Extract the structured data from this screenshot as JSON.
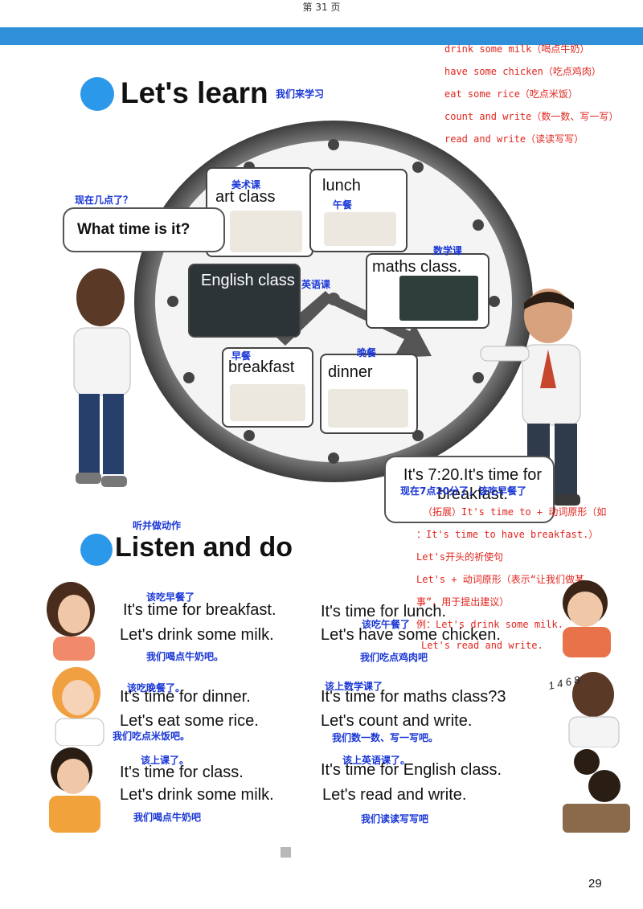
{
  "page_label": "第 31 页",
  "page_number": "29",
  "top_note": {
    "lines": [
      "drink some milk（喝点牛奶）",
      "have some chicken（吃点鸡肉）",
      "eat some rice（吃点米饭）",
      "count and write（数一数、写一写）",
      "read and write（读读写写）"
    ]
  },
  "lets_learn": {
    "title": "Let's learn",
    "cn": "我们来学习",
    "question": "What time is it?",
    "question_cn": "现在几点了？",
    "panels": {
      "art": {
        "label": "art class",
        "cn": "美术课"
      },
      "lunch": {
        "label": "lunch",
        "cn": "午餐"
      },
      "english": {
        "label": "English class",
        "cn": "英语课"
      },
      "maths": {
        "label": "maths class.",
        "cn": "数学课"
      },
      "breakfast": {
        "label": "breakfast",
        "cn": "早餐"
      },
      "dinner": {
        "label": "dinner",
        "cn": "晚餐"
      }
    },
    "answer": "It's 7:20.It's time for breakfast.",
    "answer_cn": "现在7点20分了，该吃早餐了"
  },
  "grammar_note": {
    "lines": [
      "（拓展）It's time to + 动词原形（如",
      "：It's time to have breakfast.）",
      "Let's开头的祈使句",
      "Let's + 动词原形（表示“让我们做某",
      "事”，用于提出建议）",
      "例：Let's drink some milk.",
      "Let's read and write."
    ]
  },
  "listen_and_do": {
    "title": "Listen and do",
    "cn": "听并做动作",
    "items": [
      {
        "line1": "It's time for breakfast.",
        "line1_cn": "该吃早餐了",
        "line2": "Let's drink some milk.",
        "line2_cn": "我们喝点牛奶吧。"
      },
      {
        "line1": "It's time for lunch.",
        "line1_cn": "该吃午餐了",
        "line2": "Let's have some chicken.",
        "line2_cn": "我们吃点鸡肉吧"
      },
      {
        "line1": "It's time for dinner.",
        "line1_cn": "该吃晚餐了。",
        "line2": "Let's eat some rice.",
        "line2_cn": "我们吃点米饭吧。"
      },
      {
        "line1": "It's time for maths class?3",
        "line1_cn": "该上数学课了",
        "line2": "Let's count and write.",
        "line2_cn": "我们数一数、写一写吧。"
      },
      {
        "line1": "It's time for class.",
        "line1_cn": "该上课了。",
        "line2": "Let's drink some milk.",
        "line2_cn": "我们喝点牛奶吧"
      },
      {
        "line1": "It's time for English class.",
        "line1_cn": "该上英语课了。",
        "line2": "Let's read and write.",
        "line2_cn": "我们读读写写吧"
      }
    ],
    "number_sticker": "1 4 6 8"
  },
  "colors": {
    "brand_blue": "#2f8fd8",
    "note_red": "#e0261f",
    "note_blue": "#1a37d6"
  }
}
